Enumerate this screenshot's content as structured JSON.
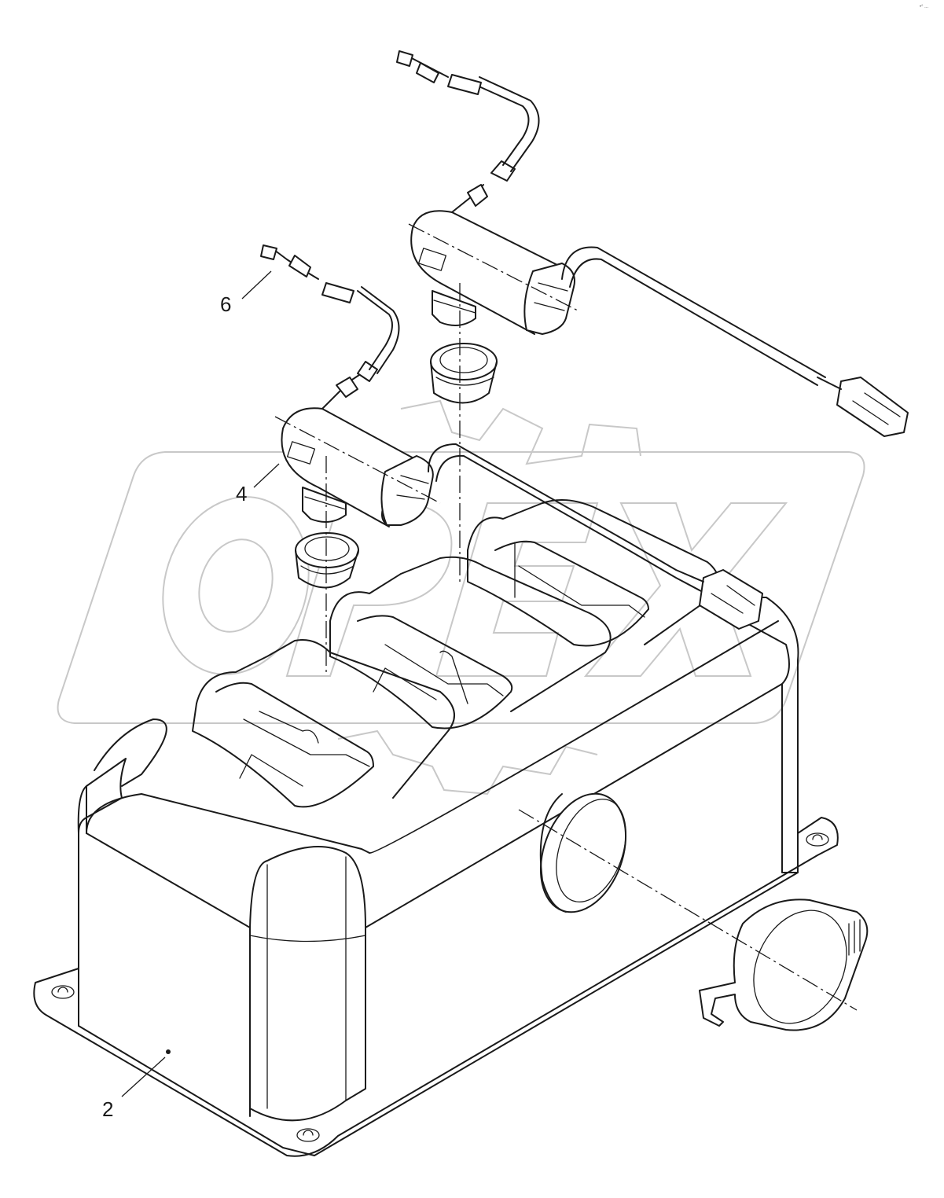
{
  "diagram": {
    "callouts": [
      {
        "id": "callout-2",
        "label": "2"
      },
      {
        "id": "callout-4",
        "label": "4"
      },
      {
        "id": "callout-6",
        "label": "6"
      }
    ],
    "watermark": "OPEX",
    "corner_mark": "•° ..."
  }
}
